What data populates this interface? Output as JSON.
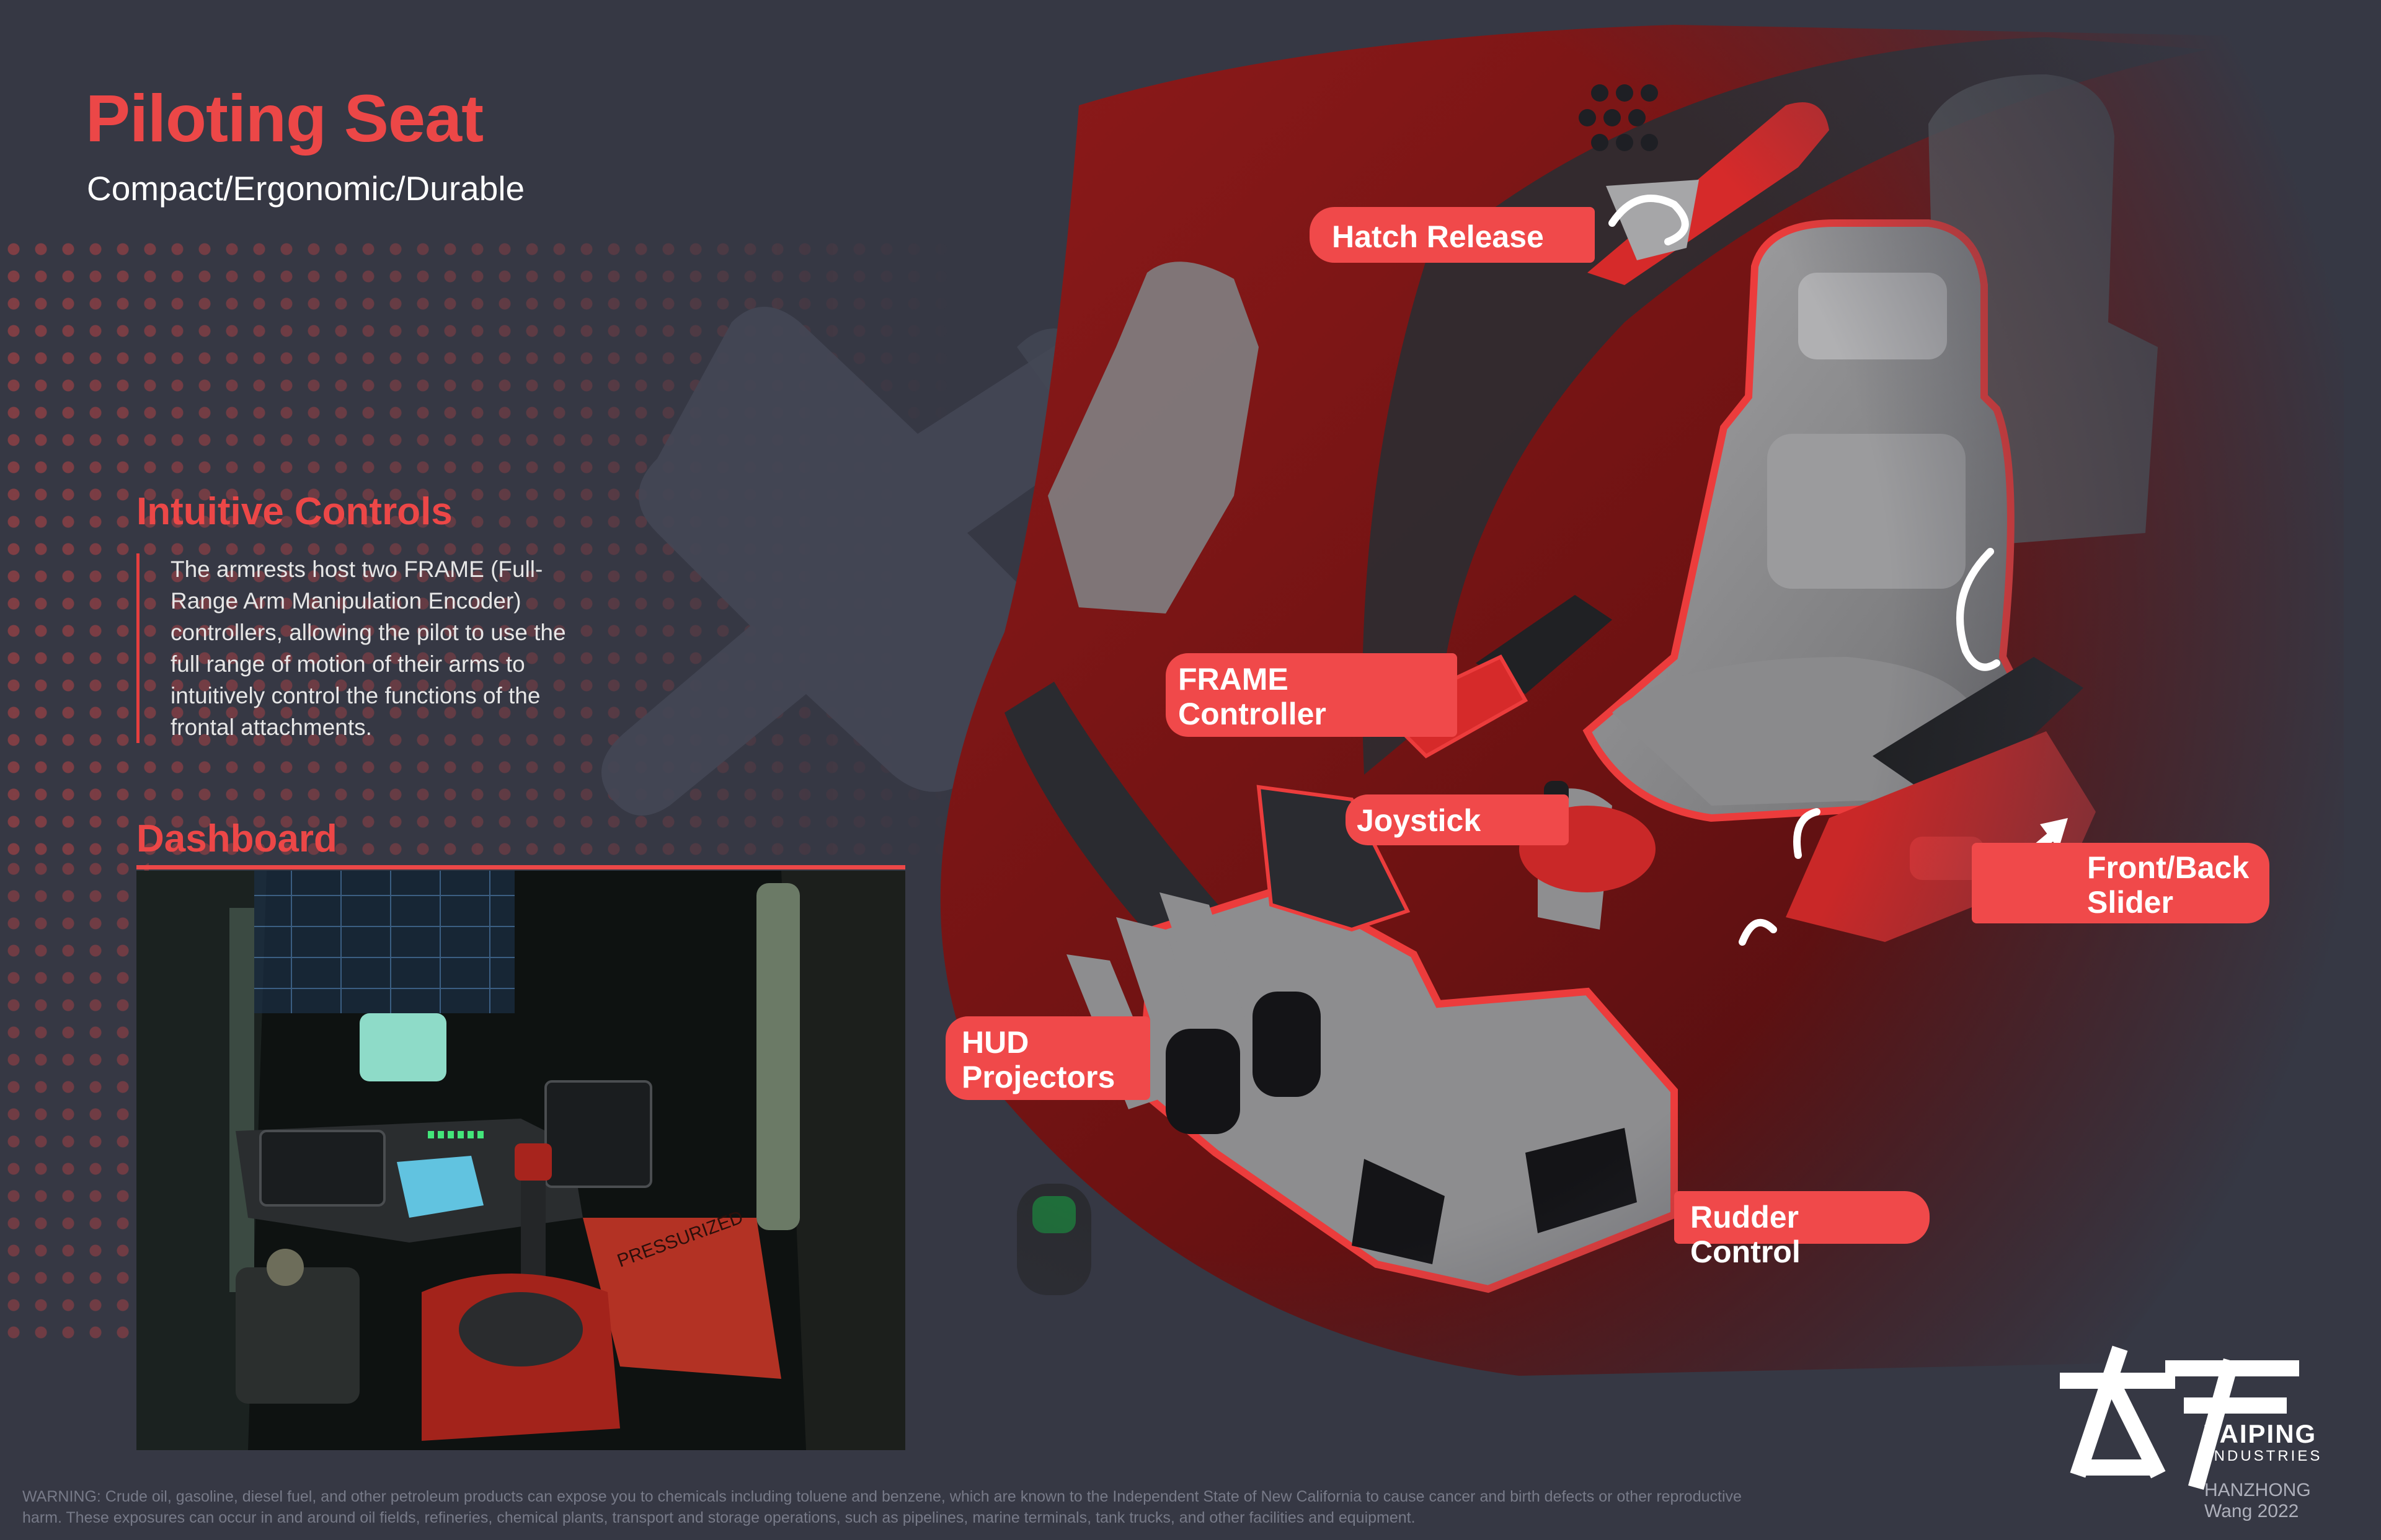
{
  "title": "Piloting Seat",
  "subtitle": "Compact/Ergonomic/Durable",
  "intuitive": {
    "heading": "Intuitive Controls",
    "body": "The armrests host two FRAME (Full-Range Arm Manipulation Encoder) controllers, allowing the pilot to use the full range of motion of their arms to intuitively control the functions of the frontal attachments."
  },
  "dashboard": {
    "heading": "Dashboard",
    "hull_text": "PRESSURIZED"
  },
  "callouts": {
    "hatch_release": "Hatch Release",
    "frame_controller": [
      "FRAME",
      "Controller"
    ],
    "joystick": "Joystick",
    "front_back_slider": [
      "Front/Back",
      "Slider"
    ],
    "hud_projectors": [
      "HUD",
      "Projectors"
    ],
    "rudder_control": "Rudder Control"
  },
  "footer": {
    "warning": "WARNING: Crude oil, gasoline, diesel fuel, and other petroleum products can expose you to chemicals including toluene and benzene, which are known to the Independent State of New California to cause cancer and birth defects or other reproductive harm. These exposures can occur in and around oil fields, refineries, chemical plants, transport and storage operations, such as pipelines, marine terminals, tank trucks, and other facilities and equipment."
  },
  "logo": {
    "name": "TAIPING",
    "sub": "INDUSTRIES",
    "credit_place": "HANZHONG",
    "credit_author": "Wang 2022"
  },
  "colors": {
    "background": "#363844",
    "accent": "#ec4747",
    "callout": "#f0494a",
    "hull_red": "#7a1414",
    "seat_gray": "#8d8d8f"
  }
}
